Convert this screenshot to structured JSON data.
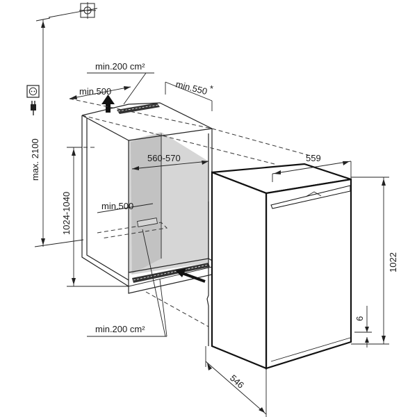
{
  "labels": {
    "top_vent_area": "min.200 cm²",
    "top_depth": "min.500",
    "niche_depth": "min.550",
    "niche_depth_note": "*",
    "max_height": "max. 2100",
    "niche_width": "560-570",
    "niche_height": "1024-1040",
    "bottom_depth": "min.500",
    "bottom_vent_area": "min.200 cm²",
    "appliance_width": "559",
    "appliance_height": "1022",
    "appliance_depth": "546",
    "plinth_gap": "6"
  },
  "icons": [
    "socket-icon",
    "plug-icon",
    "vent-arrow-up-icon",
    "airflow-arrow-icon"
  ]
}
